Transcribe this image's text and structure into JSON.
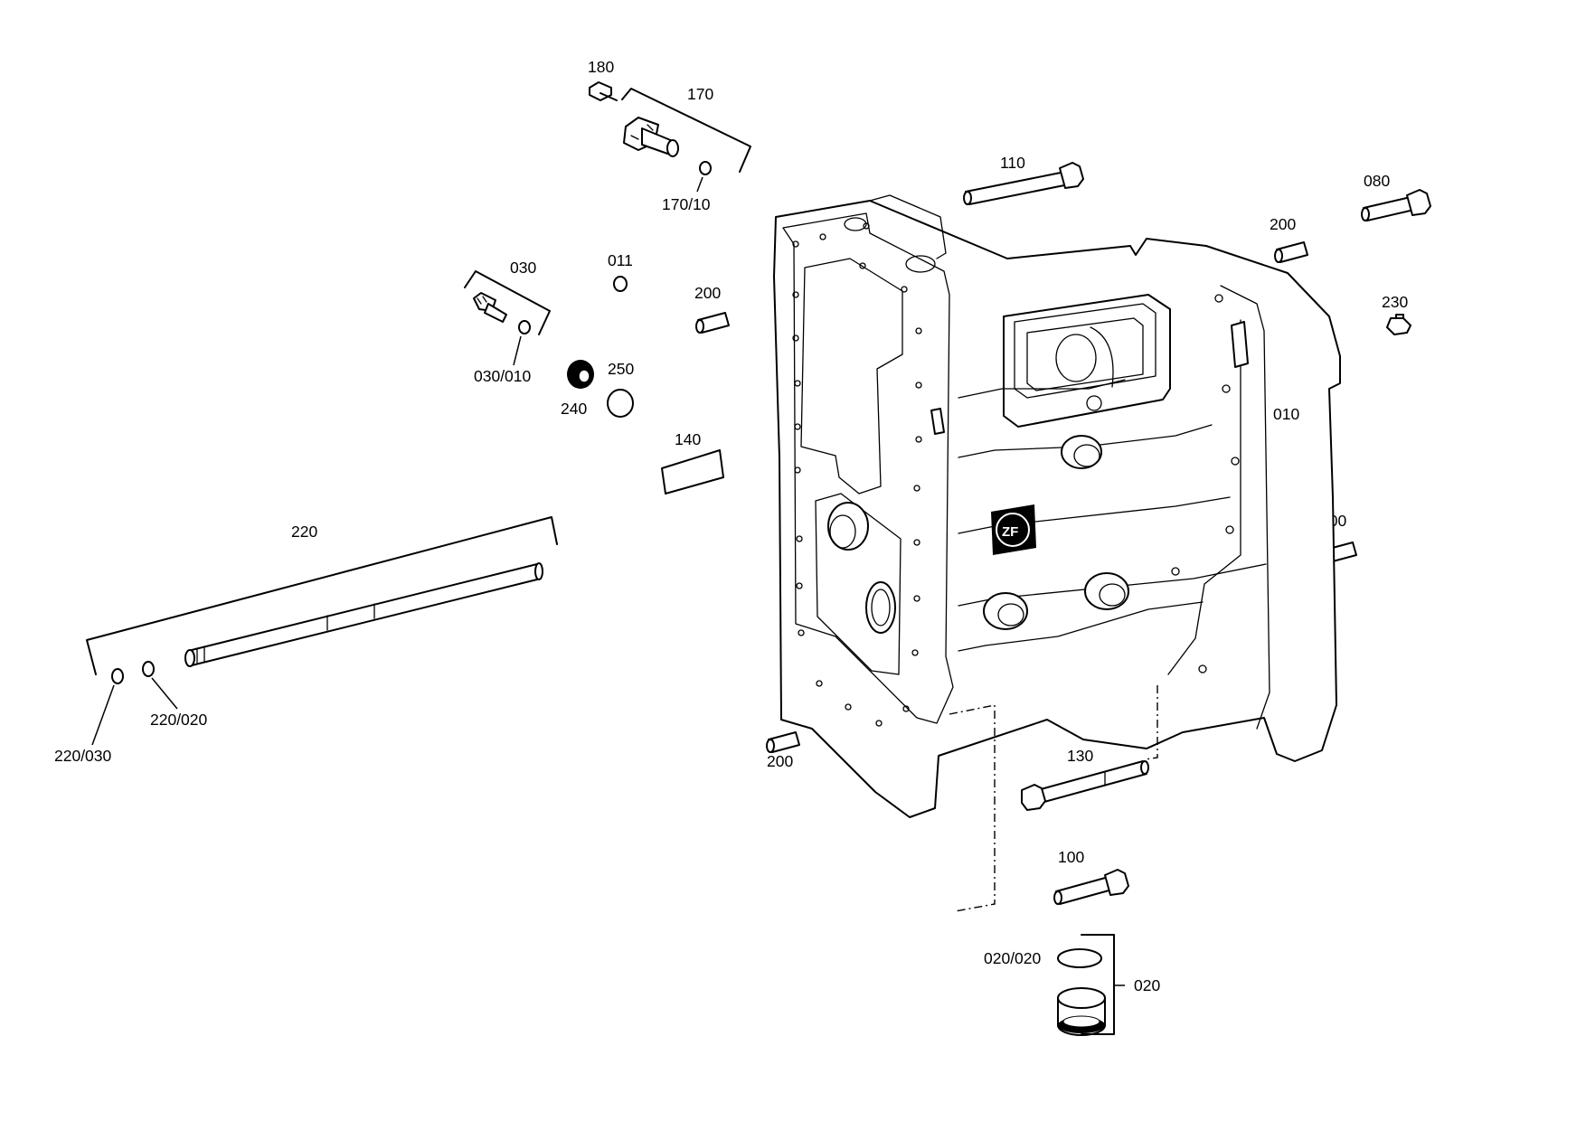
{
  "labels": {
    "p180": "180",
    "p170": "170",
    "p170_10": "170/10",
    "p110": "110",
    "p080": "080",
    "p200_a": "200",
    "p030": "030",
    "p011": "011",
    "p200_b": "200",
    "p230": "230",
    "p030_010": "030/010",
    "p250": "250",
    "p240": "240",
    "p010": "010",
    "p140": "140",
    "p220": "220",
    "p200_c": "200",
    "p220_020": "220/020",
    "p220_030": "220/030",
    "p200_d": "200",
    "p130": "130",
    "p100": "100",
    "p020_020": "020/020",
    "p020": "020"
  },
  "logo_text": "ZF"
}
